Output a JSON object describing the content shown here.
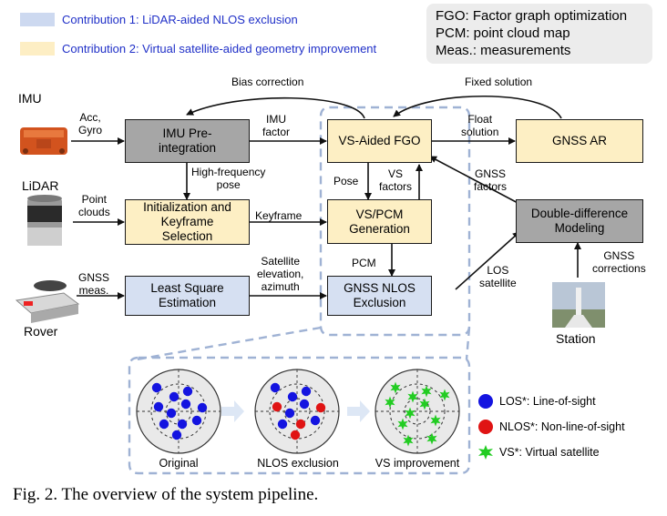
{
  "legend": {
    "contribution1": {
      "label": "Contribution 1: LiDAR-aided NLOS exclusion",
      "color": "#cdd9f0"
    },
    "contribution2": {
      "label": "Contribution 2: Virtual satellite-aided geometry improvement",
      "color": "#fdeec4"
    }
  },
  "glossary": [
    "FGO: Factor graph optimization",
    "PCM: point cloud map",
    "Meas.: measurements"
  ],
  "devices": {
    "imu": "IMU",
    "lidar": "LiDAR",
    "rover": "Rover",
    "station": "Station"
  },
  "nodes": {
    "imu_preintegration": "IMU Pre-\nintegration",
    "init_keyframe": "Initialization and\nKeyframe\nSelection",
    "least_square": "Least Square\nEstimation",
    "vs_fgo": "VS-Aided FGO",
    "vs_pcm": "VS/PCM\nGeneration",
    "gnss_nlos": "GNSS NLOS\nExclusion",
    "gnss_ar": "GNSS AR",
    "double_diff": "Double-difference\nModeling"
  },
  "edge_labels": {
    "bias_correction": "Bias correction",
    "fixed_solution": "Fixed solution",
    "acc_gyro": "Acc,\nGyro",
    "imu_factor": "IMU\nfactor",
    "float_solution": "Float\nsolution",
    "high_freq_pose": "High-frequency\npose",
    "point_clouds": "Point\nclouds",
    "keyframe": "Keyframe",
    "pose": "Pose",
    "vs_factors": "VS\nfactors",
    "gnss_factors": "GNSS\nfactors",
    "gnss_meas": "GNSS\nmeas.",
    "sat_elev": "Satellite\nelevation,\nazimuth",
    "pcm": "PCM",
    "los_satellite": "LOS\nsatellite",
    "gnss_corrections": "GNSS\ncorrections"
  },
  "skyplots": {
    "original": "Original",
    "nlos_exclusion": "NLOS exclusion",
    "vs_improvement": "VS improvement"
  },
  "key": {
    "los": "LOS*: Line-of-sight",
    "nlos": "NLOS*: Non-line-of-sight",
    "vs": "VS*: Virtual satellite"
  },
  "colors": {
    "los": "#1414e0",
    "nlos": "#e01414",
    "vs": "#22cc22",
    "dashed_frame": "#9fb2d4"
  },
  "caption": "Fig. 2. The overview of the system pipeline."
}
